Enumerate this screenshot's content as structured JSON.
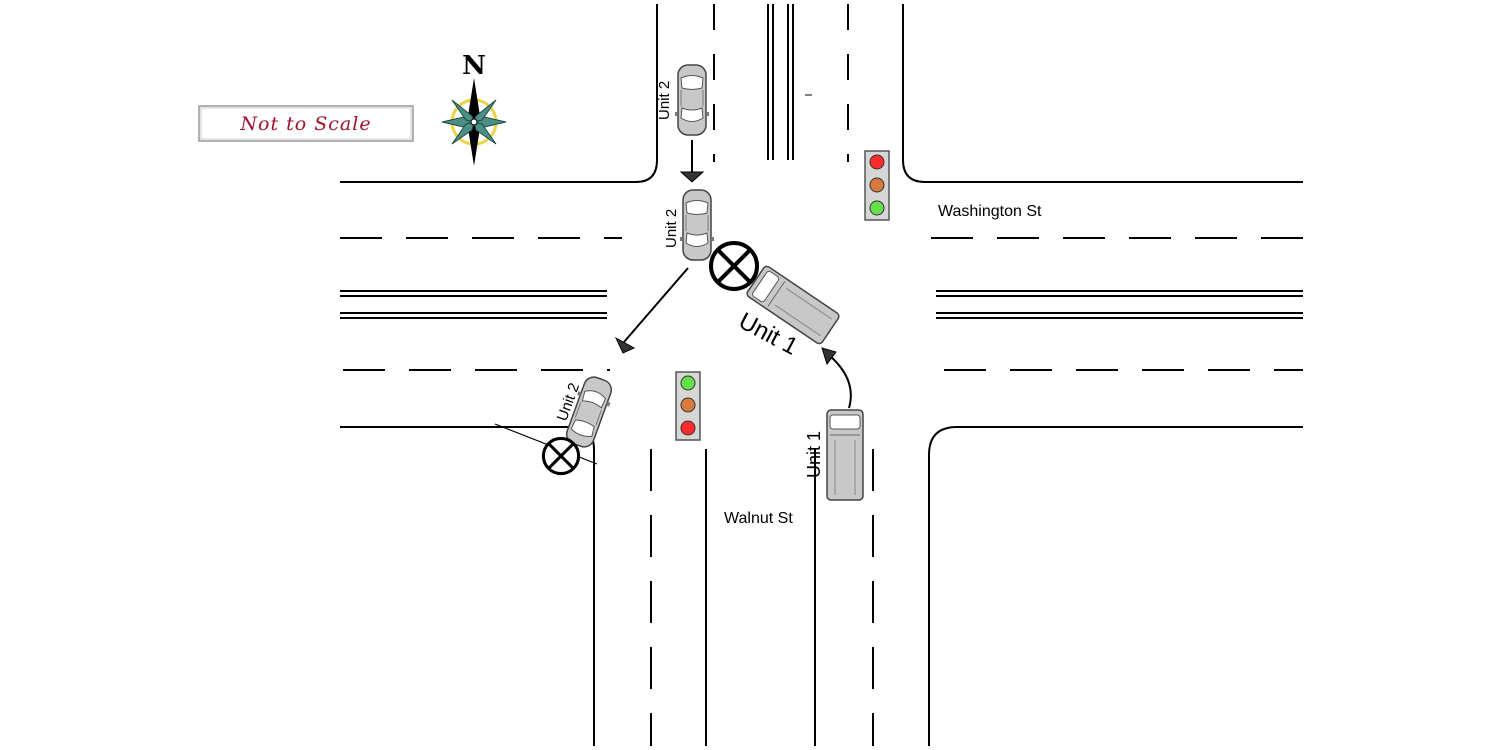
{
  "notes": {
    "scale_label": "Not to Scale"
  },
  "compass": {
    "north_label": "N"
  },
  "streets": {
    "east_west": "Washington St",
    "north_south": "Walnut St"
  },
  "units": {
    "unit1_approach_label": "Unit 1",
    "unit1_impact_label": "Unit 1",
    "unit2_start_label": "Unit 2",
    "unit2_impact_label": "Unit 2",
    "unit2_rest_label": "Unit 2"
  },
  "colors": {
    "road_line": "#000000",
    "vehicle_body": "#c8c8c8",
    "signal_housing": "#d6d6d6",
    "signal_red": "#ff2a2a",
    "signal_amber": "#d8793d",
    "signal_green": "#66e04a",
    "scale_text": "#a0112a",
    "compass_teal": "#4b8f86",
    "compass_yellow": "#e9d44a"
  },
  "signals": [
    {
      "name": "northeast-signal",
      "top_light": "red",
      "bottom_light": "green"
    },
    {
      "name": "southwest-signal",
      "top_light": "green",
      "bottom_light": "red"
    }
  ],
  "impact_markers": [
    "x-circle-icon",
    "x-circle-icon"
  ]
}
